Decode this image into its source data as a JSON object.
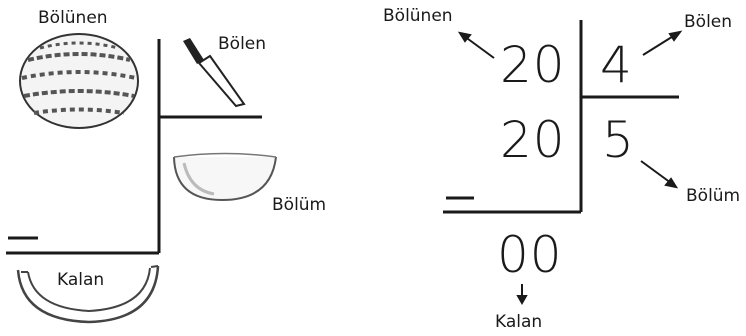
{
  "left_diagram": {
    "dividend_label": "Bölünen",
    "divisor_label": "Bölen",
    "quotient_label": "Bölüm",
    "remainder_label": "Kalan"
  },
  "right_diagram": {
    "dividend": "20",
    "divisor": "4",
    "product": "20",
    "quotient": "5",
    "remainder": "00",
    "dividend_label": "Bölünen",
    "divisor_label": "Bölen",
    "quotient_label": "Bölüm",
    "remainder_label": "Kalan"
  },
  "icons": {
    "dividend": "watermelon-icon",
    "divisor": "knife-icon",
    "quotient": "bowl-icon",
    "remainder": "watermelon-rind-icon"
  }
}
